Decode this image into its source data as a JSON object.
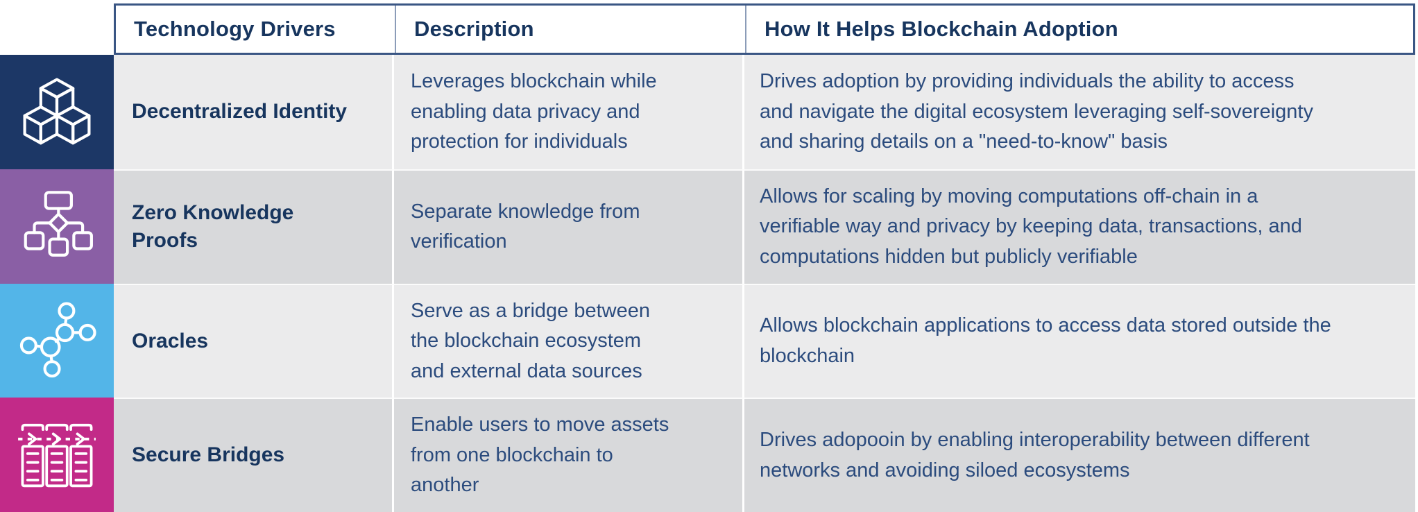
{
  "table": {
    "headers": [
      "Technology Drivers",
      "Description",
      "How It Helps Blockchain Adoption"
    ],
    "rows": [
      {
        "icon": "cubes-icon",
        "tile_color": "#1c3766",
        "driver": "Decentralized Identity",
        "description": "Leverages blockchain while enabling data privacy and protection for individuals",
        "adoption": "Drives adoption by providing individuals the ability to access and navigate the digital ecosystem leveraging self-sovereignty and sharing details on a \"need-to-know\" basis"
      },
      {
        "icon": "flowchart-icon",
        "tile_color": "#8a5fa5",
        "driver": "Zero Knowledge Proofs",
        "description": "Separate knowledge from verification",
        "adoption": "Allows for scaling by moving computations off-chain in a verifiable way and privacy by keeping data, transactions, and computations hidden but publicly verifiable"
      },
      {
        "icon": "network-nodes-icon",
        "tile_color": "#53b5e8",
        "driver": "Oracles",
        "description": "Serve as a bridge between the blockchain ecosystem and external data sources",
        "adoption": "Allows blockchain applications to access data stored outside the blockchain"
      },
      {
        "icon": "ledger-bridge-icon",
        "tile_color": "#c22a88",
        "driver": "Secure Bridges",
        "description": "Enable users to move assets from one blockchain to another",
        "adoption": "Drives adopooin by enabling interoperability between different networks and avoiding siloed ecosystems"
      }
    ]
  },
  "colors": {
    "header_border": "#3a5684",
    "header_text": "#17355e",
    "body_text": "#2b4b7d",
    "row_bg_light": "#ebebec",
    "row_bg_dark": "#d8d9db"
  },
  "chart_data": {
    "type": "table",
    "columns": [
      "Technology Drivers",
      "Description",
      "How It Helps Blockchain Adoption"
    ],
    "rows": [
      [
        "Decentralized Identity",
        "Leverages blockchain while enabling data privacy and protection for individuals",
        "Drives adoption by providing individuals the ability to access and navigate the digital ecosystem leveraging self-sovereignty and sharing details on a \"need-to-know\" basis"
      ],
      [
        "Zero Knowledge Proofs",
        "Separate knowledge from verification",
        "Allows for scaling by moving computations off-chain in a verifiable way and privacy by keeping data, transactions, and computations hidden but publicly verifiable"
      ],
      [
        "Oracles",
        "Serve as a bridge between the blockchain ecosystem and external data sources",
        "Allows blockchain applications to access data stored outside the blockchain"
      ],
      [
        "Secure Bridges",
        "Enable users to move assets from one blockchain to another",
        "Drives adopooin by enabling interoperability between different networks and avoiding siloed ecosystems"
      ]
    ]
  }
}
